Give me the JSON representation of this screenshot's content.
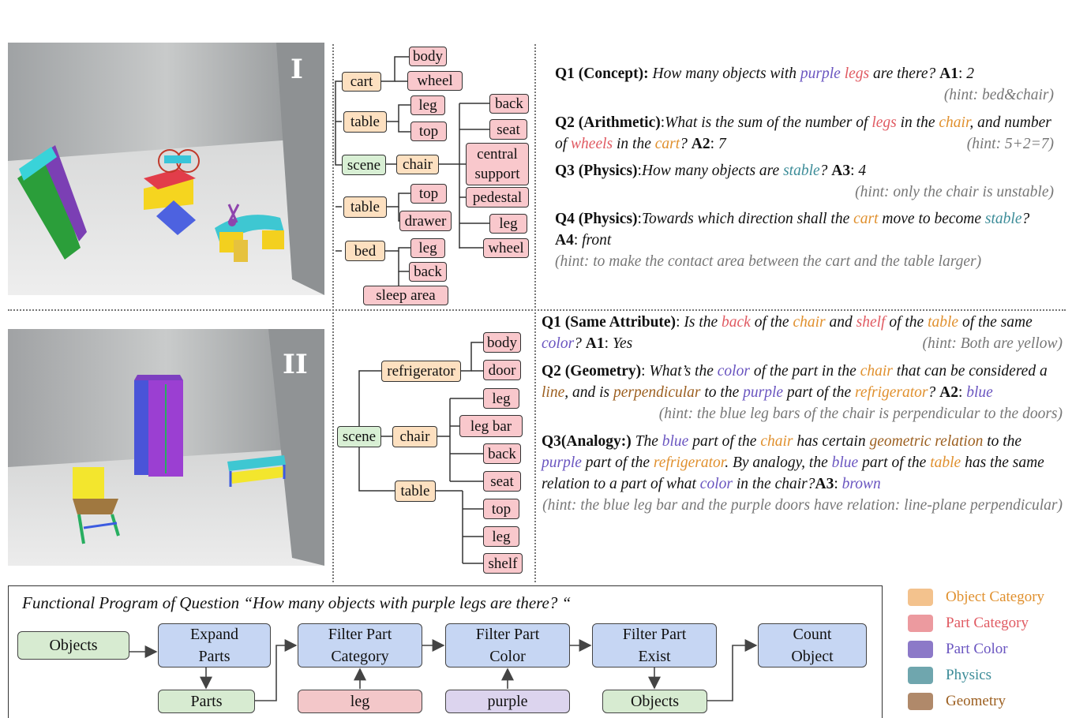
{
  "panel1": {
    "roman": "I",
    "tree": {
      "objects": [
        "cart",
        "table",
        "scene",
        "chair",
        "table",
        "bed"
      ],
      "parts_left": [
        "body",
        "wheel",
        "leg",
        "top",
        "top",
        "drawer",
        "leg",
        "back",
        "sleep area"
      ],
      "parts_right": [
        "back",
        "seat",
        "central support",
        "pedestal",
        "leg",
        "wheel"
      ]
    },
    "qa": [
      {
        "q_label": "Q1 (Concept):",
        "q_text_parts": [
          "How many objects with ",
          "purple",
          " ",
          "legs",
          " are there?"
        ],
        "a_label": "A1",
        "a_value": "2",
        "hint": "(hint: bed&chair)"
      },
      {
        "q_label": "Q2 (Arithmetic)",
        "a_label": "A2",
        "a_value": "7",
        "hint": "(hint:  5+2=7)"
      },
      {
        "q_label": "Q3 (Physics)",
        "a_label": "A3",
        "a_value": "4",
        "hint": "(hint: only the chair is unstable)"
      },
      {
        "q_label": "Q4 (Physics)",
        "a_label": "A4",
        "a_value": "front",
        "hint": "(hint: to make the contact area between the cart and the table larger)"
      }
    ]
  },
  "panel2": {
    "roman": "II",
    "tree": {
      "objects": [
        "scene",
        "refrigerator",
        "chair",
        "table"
      ],
      "parts": [
        "body",
        "door",
        "leg",
        "leg bar",
        "back",
        "seat",
        "top",
        "leg",
        "shelf"
      ]
    },
    "qa": [
      {
        "q_label": "Q1 (Same Attribute)",
        "a_label": "A1",
        "a_value": "Yes",
        "hint": "(hint: Both are yellow)"
      },
      {
        "q_label": "Q2 (Geometry)",
        "a_label": "A2",
        "a_value": "blue",
        "hint": "(hint: the blue leg bars of the chair is perpendicular to the doors)"
      },
      {
        "q_label": "Q3(Analogy:)",
        "a_label": "A3",
        "a_value": "brown",
        "hint": "(hint: the blue leg bar and the purple doors have relation: line-plane perpendicular)"
      }
    ]
  },
  "program": {
    "title": "Functional Program of Question “How many objects with purple legs are there? “",
    "boxes": {
      "objects": "Objects",
      "expand": "Expand Parts",
      "filter_cat": "Filter Part Category",
      "filter_color": "Filter Part Color",
      "filter_exist": "Filter Part Exist",
      "count": "Count Object",
      "parts": "Parts",
      "leg": "leg",
      "purple": "purple",
      "objects2": "Objects"
    }
  },
  "legend": [
    {
      "label": "Object Category",
      "color": "#f3c28d",
      "text_color": "#e0902e"
    },
    {
      "label": "Part Category",
      "color": "#ec9a9f",
      "text_color": "#e05a62"
    },
    {
      "label": "Part Color",
      "color": "#8c79c8",
      "text_color": "#6a55c0"
    },
    {
      "label": "Physics",
      "color": "#6fa6ae",
      "text_color": "#3c8c98"
    },
    {
      "label": "Geometry",
      "color": "#b0896a",
      "text_color": "#9c5f20"
    }
  ]
}
